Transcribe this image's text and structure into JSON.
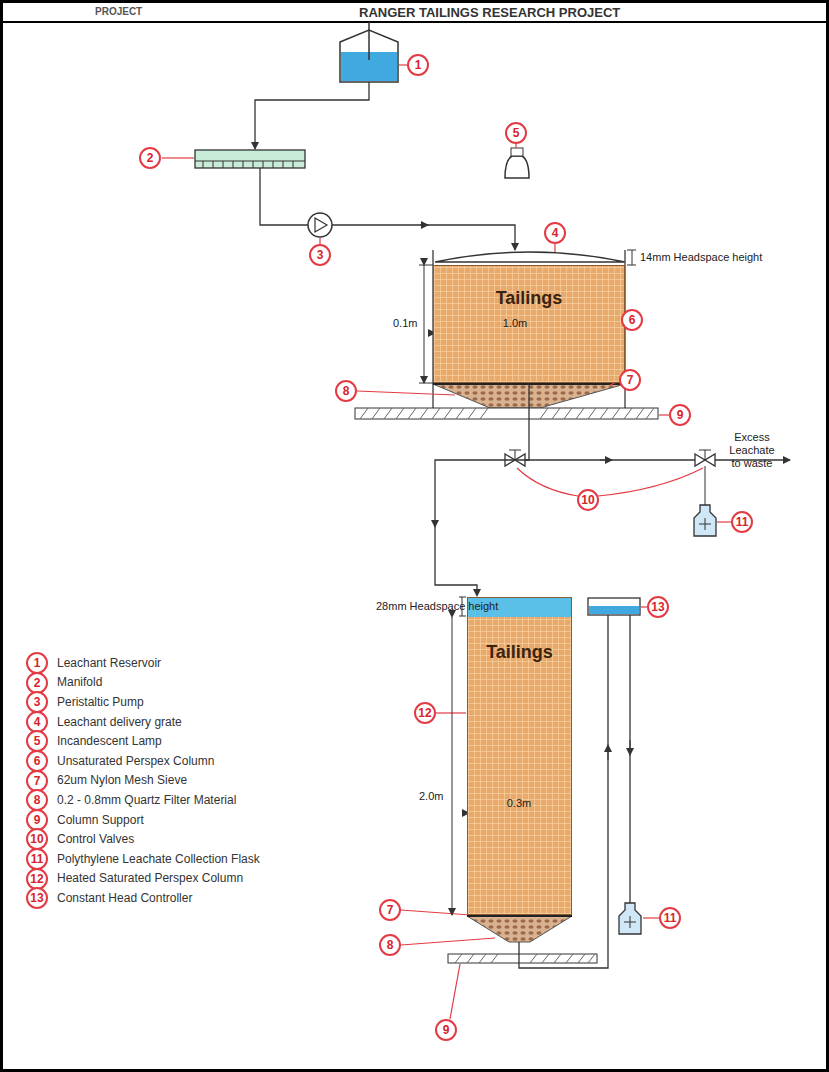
{
  "diagram": {
    "title": "RANGER TAILINGS RESEARCH PROJECT",
    "nodes": [
      {
        "text": [
          "Tailings"
        ]
      },
      {
        "text": [
          "Tailings"
        ]
      }
    ],
    "edges": [
      {
        "from": 0,
        "to": 1,
        "arrow": "to"
      }
    ],
    "labels": [
      "PROJECT",
      "1",
      "2",
      "5",
      "4",
      "3",
      "14mm Headspace height",
      "0.1m",
      "6",
      "1.0m",
      "8",
      "7",
      "9",
      "Excess Leachate to waste",
      "10",
      "11",
      "28mm Headspace height",
      "13",
      "12",
      "2.0m",
      "0.3m",
      "7",
      "8",
      "11",
      "9",
      "1",
      "2",
      "3",
      "4",
      "5",
      "6",
      "7",
      "8",
      "9",
      "10",
      "11",
      "12",
      "13"
    ],
    "legend": [
      {
        "text": "Leachant Reservoir"
      },
      {
        "text": "Manifold"
      },
      {
        "text": "Peristaltic Pump"
      },
      {
        "text": "Leachant delivery grate"
      },
      {
        "text": "Incandescent Lamp"
      },
      {
        "text": "Unsaturated Perspex Column"
      },
      {
        "text": "62um Nylon Mesh Sieve"
      },
      {
        "text": "0.2 - 0.8mm Quartz Filter Material"
      },
      {
        "text": "Column Support"
      },
      {
        "text": "Control Valves"
      },
      {
        "text": "Polythylene Leachate Collection Flask"
      },
      {
        "text": "Heated Saturated Perspex Column"
      },
      {
        "text": "Constant Head Controller"
      }
    ]
  }
}
